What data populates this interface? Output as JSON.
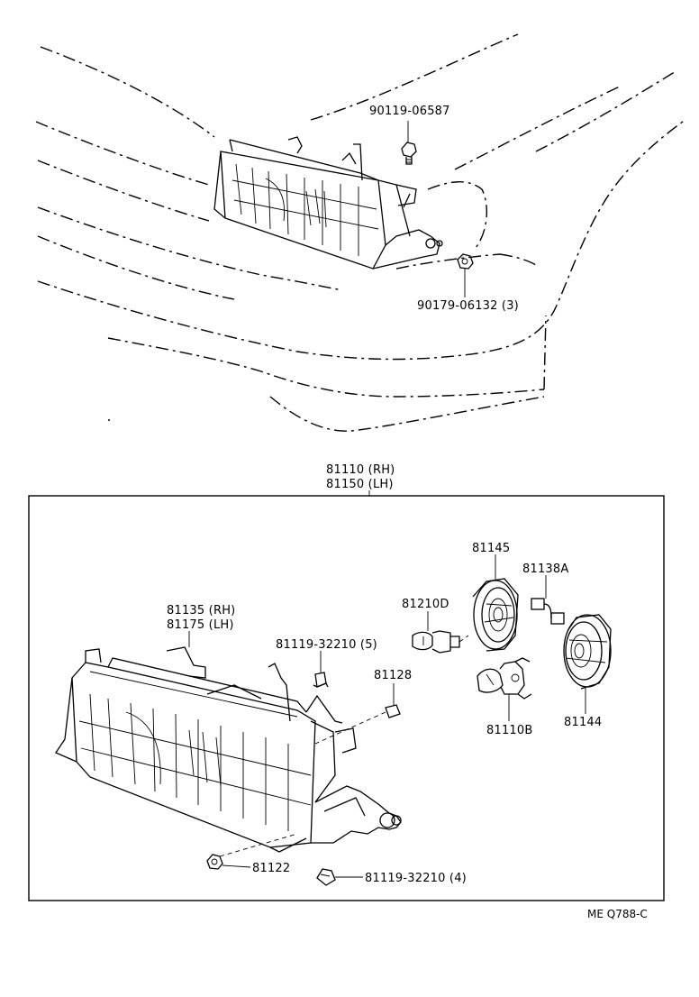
{
  "diagram": {
    "top_labels": {
      "bolt": "90119-06587",
      "nut": "90179-06132 (3)"
    },
    "assembly_labels": {
      "rh": "81110 (RH)",
      "lh": "81150 (LH)"
    },
    "part_labels": {
      "unit_rh": "81135 (RH)",
      "unit_lh": "81175 (LH)",
      "clip_5": "81119-32210 (5)",
      "p81128": "81128",
      "p81210d": "81210D",
      "p81145": "81145",
      "p81138a": "81138A",
      "p81110b": "81110B",
      "p81144": "81144",
      "p81122": "81122",
      "clip_4": "81119-32210 (4)"
    },
    "figure_code": "ME Q788-C"
  }
}
